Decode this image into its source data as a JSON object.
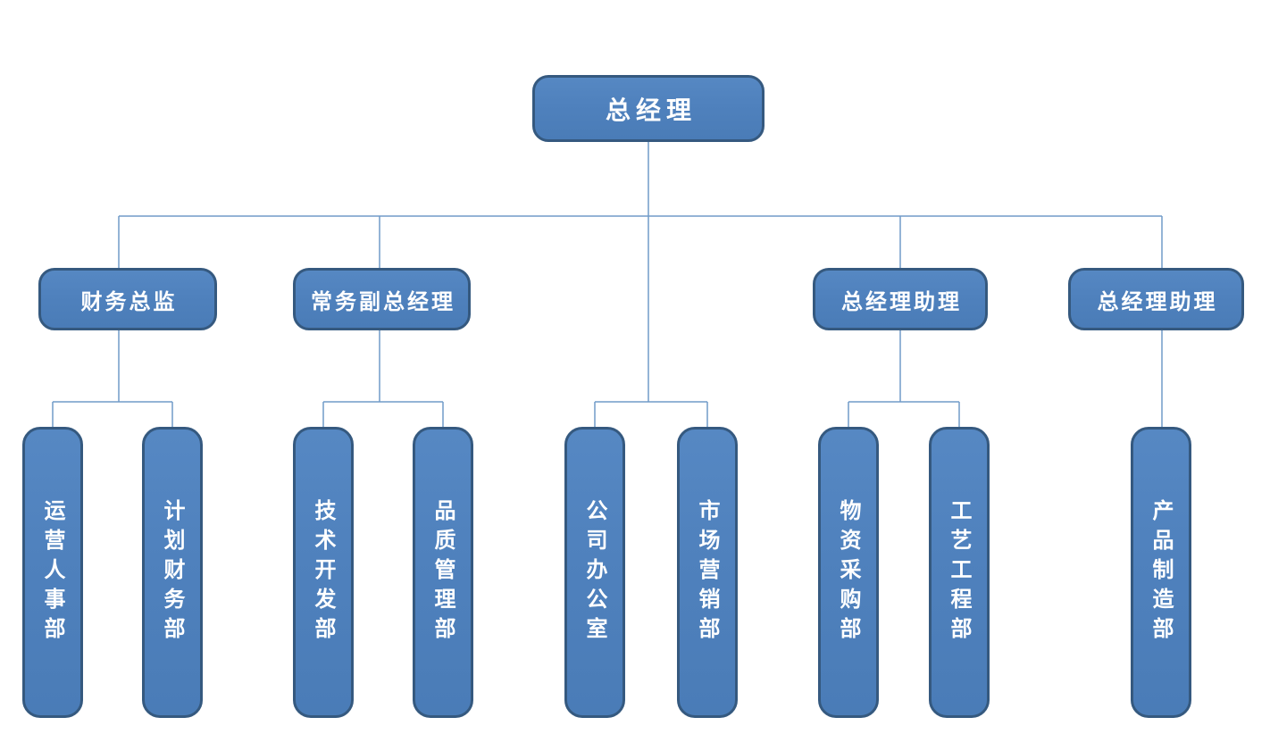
{
  "org_chart": {
    "root": {
      "label": "总经理"
    },
    "level2": [
      {
        "label": "财务总监"
      },
      {
        "label": "常务副总经理"
      },
      {
        "label": "总经理助理"
      },
      {
        "label": "总经理助理"
      }
    ],
    "departments": [
      {
        "label": "运营人事部"
      },
      {
        "label": "计划财务部"
      },
      {
        "label": "技术开发部"
      },
      {
        "label": "品质管理部"
      },
      {
        "label": "公司办公室"
      },
      {
        "label": "市场营销部"
      },
      {
        "label": "物资采购部"
      },
      {
        "label": "工艺工程部"
      },
      {
        "label": "产品制造部"
      }
    ],
    "colors": {
      "node_fill": "#4f81bd",
      "node_border": "#35597f",
      "connector_line": "#719bc8",
      "node_text": "#ffffff",
      "background": "#ffffff"
    }
  }
}
